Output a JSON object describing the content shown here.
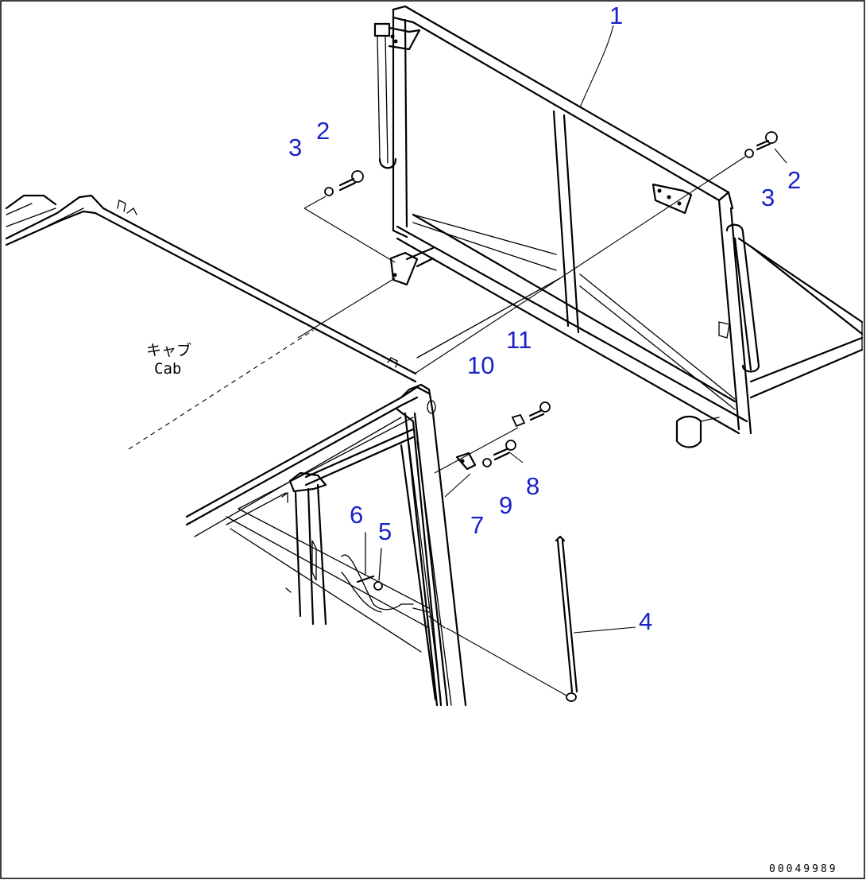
{
  "diagram": {
    "callouts": {
      "c1": "1",
      "c2_left": "2",
      "c3_left": "3",
      "c2_right": "2",
      "c3_right": "3",
      "c4": "4",
      "c5": "5",
      "c6": "6",
      "c7": "7",
      "c8": "8",
      "c9": "9",
      "c10": "10",
      "c11": "11"
    },
    "cab_label_jp": "キャブ",
    "cab_label_en": "Cab",
    "drawing_code": "00049989"
  },
  "colors": {
    "callout": "#1a22c8",
    "line": "#000000",
    "background": "#ffffff"
  }
}
